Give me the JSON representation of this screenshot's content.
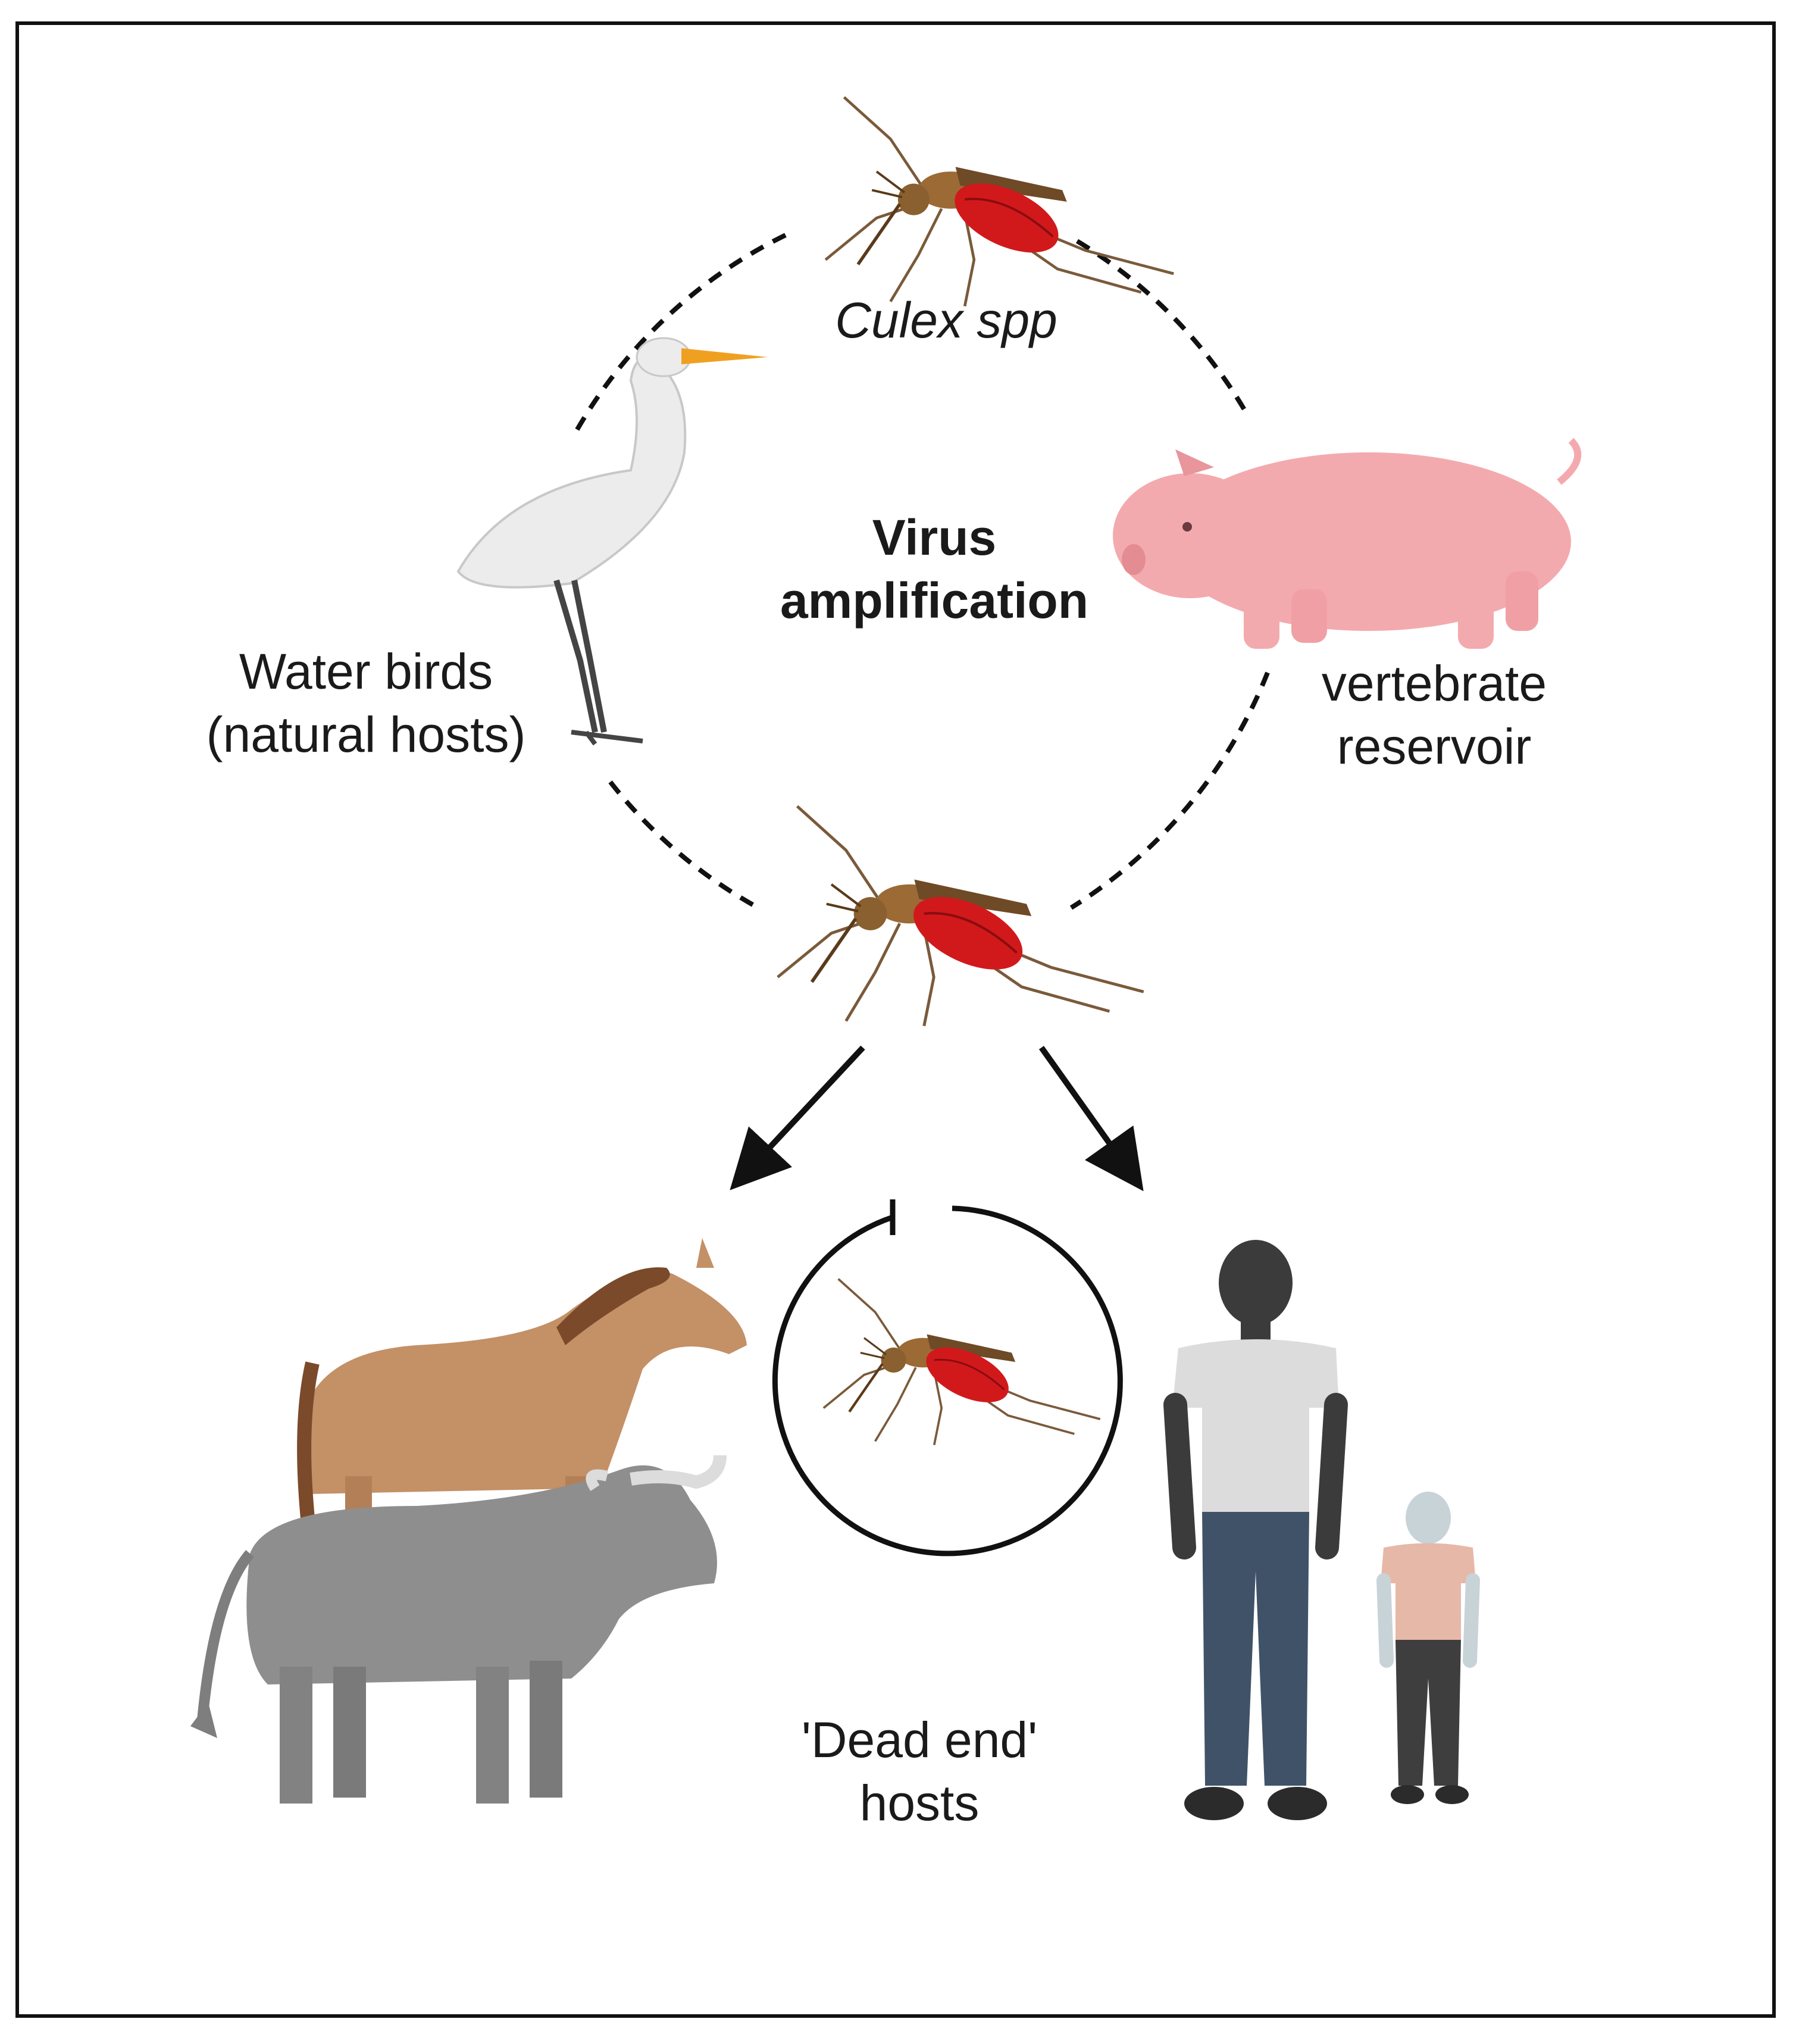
{
  "labels": {
    "vector": "Culex spp",
    "center_line1": "Virus",
    "center_line2": "amplification",
    "birds_line1": "Water birds",
    "birds_line2": "(natural hosts)",
    "reservoir_line1": "vertebrate",
    "reservoir_line2": "reservoir",
    "deadend_line1": "'Dead end'",
    "deadend_line2": "hosts"
  },
  "colors": {
    "mosquito_body": "#9c6a35",
    "mosquito_blood": "#d1191c",
    "egret": "#ececec",
    "egret_beak": "#f0a020",
    "pig": "#f3aaae",
    "horse": "#c49066",
    "horse_mane": "#7a4a2a",
    "bull": "#8e8e8e",
    "person_skin": "#3b3b3b",
    "person_shirt": "#dcdcdc",
    "person_jeans": "#3f5268",
    "child_shirt": "#e6b8a8",
    "child_skin": "#c8d3d8",
    "child_pants": "#3e3e3e"
  },
  "icons": [
    "mosquito-icon",
    "egret-icon",
    "pig-icon",
    "horse-icon",
    "bull-icon",
    "man-icon",
    "child-icon"
  ]
}
